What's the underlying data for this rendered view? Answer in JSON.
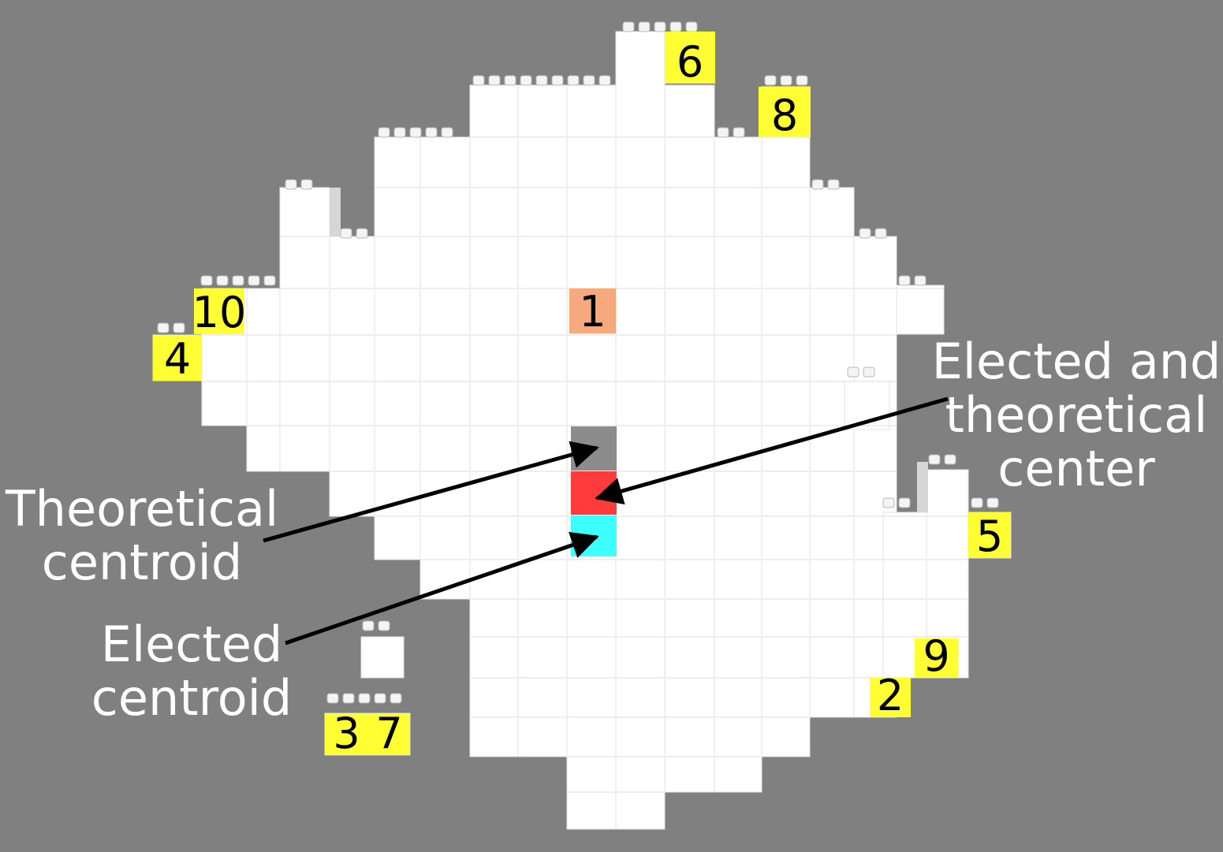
{
  "colors": {
    "background": "#808080",
    "block": "#ffffff",
    "block_shade": "#d6d6d6",
    "highlight": "#ffff33",
    "theoretical_centroid": "#8c8c8c",
    "elected_and_theoretical_center": "#ff3b3b",
    "elected_centroid": "#3dffff",
    "label_1": "#f5a97c"
  },
  "blocks": {
    "numbers": [
      "1",
      "2",
      "3",
      "4",
      "5",
      "6",
      "7",
      "8",
      "9",
      "10"
    ]
  },
  "annotations": {
    "elected_theoretical_center": {
      "line1": "Elected and",
      "line2": "theoretical",
      "line3": "center"
    },
    "theoretical_centroid": {
      "line1": "Theoretical",
      "line2": "centroid"
    },
    "elected_centroid": {
      "line1": "Elected",
      "line2": "centroid"
    }
  }
}
